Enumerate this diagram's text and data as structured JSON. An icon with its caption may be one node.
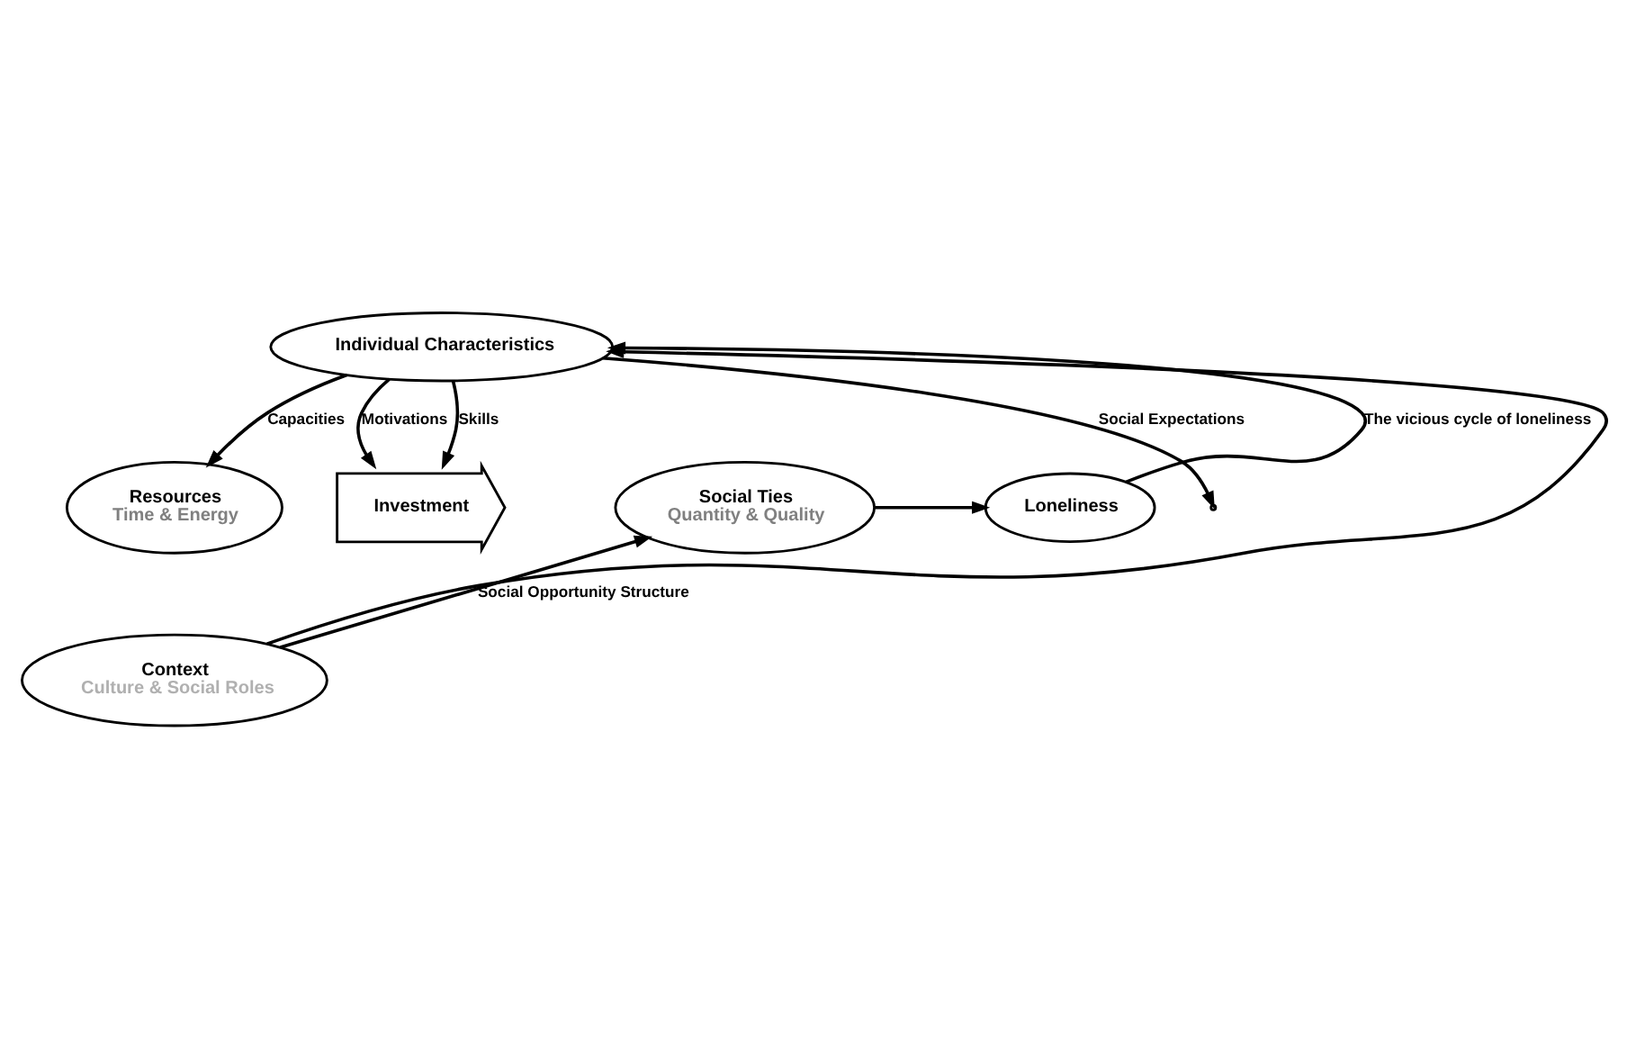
{
  "diagram": {
    "nodes": [
      {
        "text": [
          "Individual Characteristics"
        ]
      },
      {
        "text": [
          "Resources",
          "Time & Energy"
        ]
      },
      {
        "text": [
          "Investment"
        ]
      },
      {
        "text": [
          "Social Ties",
          "Quantity & Quality"
        ]
      },
      {
        "text": [
          "Loneliness"
        ]
      },
      {
        "text": [
          "Context",
          "Culture & Social Roles"
        ]
      }
    ],
    "edges": [
      {
        "from": 0,
        "to": 1,
        "label": "Capacities",
        "arrow": "to"
      },
      {
        "from": 0,
        "to": 2,
        "label": "Motivations",
        "arrow": "to"
      },
      {
        "from": 0,
        "to": 2,
        "label": "Skills",
        "arrow": "to"
      },
      {
        "from": 0,
        "to": null,
        "label": "Social Expectations",
        "arrow": "to"
      },
      {
        "from": 3,
        "to": 4,
        "arrow": "to"
      },
      {
        "from": 4,
        "to": 0,
        "label": "The vicious cycle of loneliness",
        "arrow": "to"
      },
      {
        "from": 5,
        "to": 3,
        "label": "Social Opportunity Structure",
        "arrow": "to"
      },
      {
        "from": 5,
        "to": 0,
        "arrow": "to"
      }
    ]
  }
}
